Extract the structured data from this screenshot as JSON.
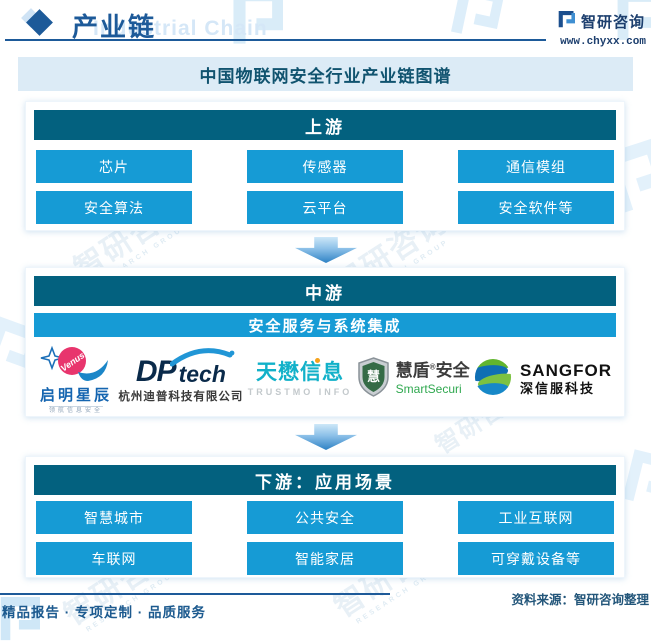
{
  "header": {
    "title": "产业链",
    "title_watermark": "Industrial Chain",
    "brand_name": "智研咨询",
    "website": "www.chyxx.com"
  },
  "chart_title": "中国物联网安全行业产业链图谱",
  "upstream": {
    "label": "上游",
    "items": [
      "芯片",
      "传感器",
      "通信模组",
      "安全算法",
      "云平台",
      "安全软件等"
    ]
  },
  "midstream": {
    "label": "中游",
    "sublabel": "安全服务与系统集成",
    "companies": [
      {
        "name": "启明星辰",
        "badge": "Venus",
        "slogan": "领航信息安全"
      },
      {
        "name": "DP",
        "name2": "tech",
        "sub": "杭州迪普科技有限公司"
      },
      {
        "name": "天懋信息",
        "sub": "TRUSTMO INFO"
      },
      {
        "name": "慧盾",
        "reg": "®",
        "name2": "安全",
        "shield_char": "慧",
        "sub": "SmartSecuri"
      },
      {
        "name": "SANGFOR",
        "sub": "深信服科技"
      }
    ]
  },
  "downstream": {
    "label": "下游：应用场景",
    "items": [
      "智慧城市",
      "公共安全",
      "工业互联网",
      "车联网",
      "智能家居",
      "可穿戴设备等"
    ]
  },
  "footer": {
    "left": "精品报告 · 专项定制 · 品质服务",
    "source": "资料来源：智研咨询整理"
  },
  "watermark": {
    "brand_text": "智研咨询",
    "caption": "RESEARCH GROUP"
  },
  "colors": {
    "deep_teal": "#03617f",
    "bright_blue": "#169bd5",
    "title_bar_bg": "#dcebf6",
    "header_blue": "#1d5a99",
    "arrow_blue": "#2e82c4"
  }
}
